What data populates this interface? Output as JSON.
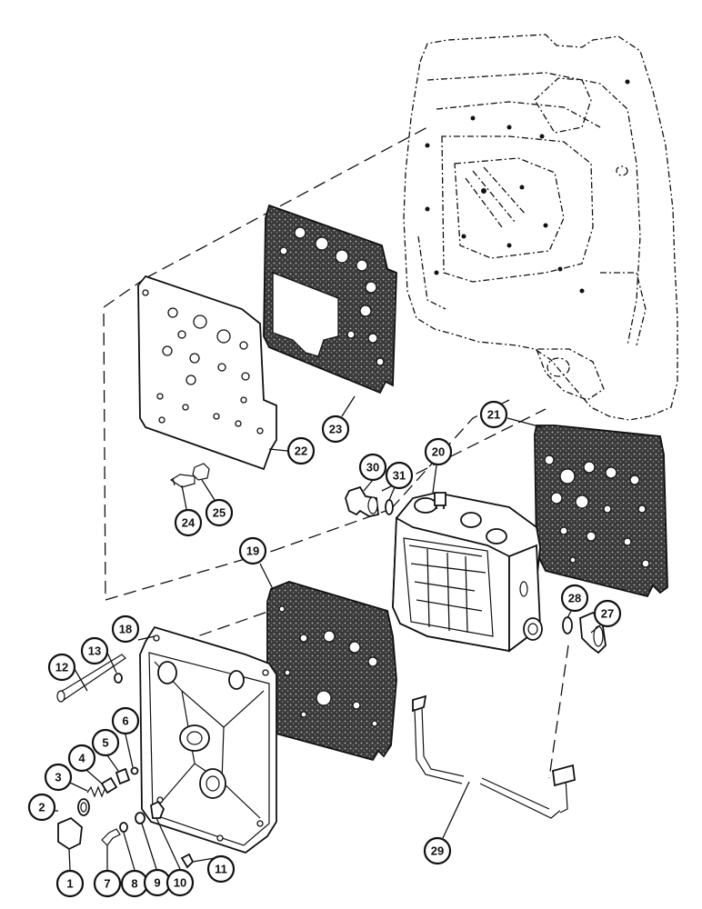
{
  "callouts": [
    {
      "id": "c1",
      "label": "1"
    },
    {
      "id": "c2",
      "label": "2"
    },
    {
      "id": "c3",
      "label": "3"
    },
    {
      "id": "c4",
      "label": "4"
    },
    {
      "id": "c5",
      "label": "5"
    },
    {
      "id": "c6",
      "label": "6"
    },
    {
      "id": "c7",
      "label": "7"
    },
    {
      "id": "c8",
      "label": "8"
    },
    {
      "id": "c9",
      "label": "9"
    },
    {
      "id": "c10",
      "label": "10"
    },
    {
      "id": "c11",
      "label": "11"
    },
    {
      "id": "c12",
      "label": "12"
    },
    {
      "id": "c13",
      "label": "13"
    },
    {
      "id": "c18",
      "label": "18"
    },
    {
      "id": "c19",
      "label": "19"
    },
    {
      "id": "c20",
      "label": "20"
    },
    {
      "id": "c21",
      "label": "21"
    },
    {
      "id": "c22",
      "label": "22"
    },
    {
      "id": "c23",
      "label": "23"
    },
    {
      "id": "c24",
      "label": "24"
    },
    {
      "id": "c25",
      "label": "25"
    },
    {
      "id": "c27",
      "label": "27"
    },
    {
      "id": "c28",
      "label": "28"
    },
    {
      "id": "c29",
      "label": "29"
    },
    {
      "id": "c30",
      "label": "30"
    },
    {
      "id": "c31",
      "label": "31"
    }
  ],
  "colors": {
    "ink": "#111111",
    "paper": "#ffffff"
  }
}
